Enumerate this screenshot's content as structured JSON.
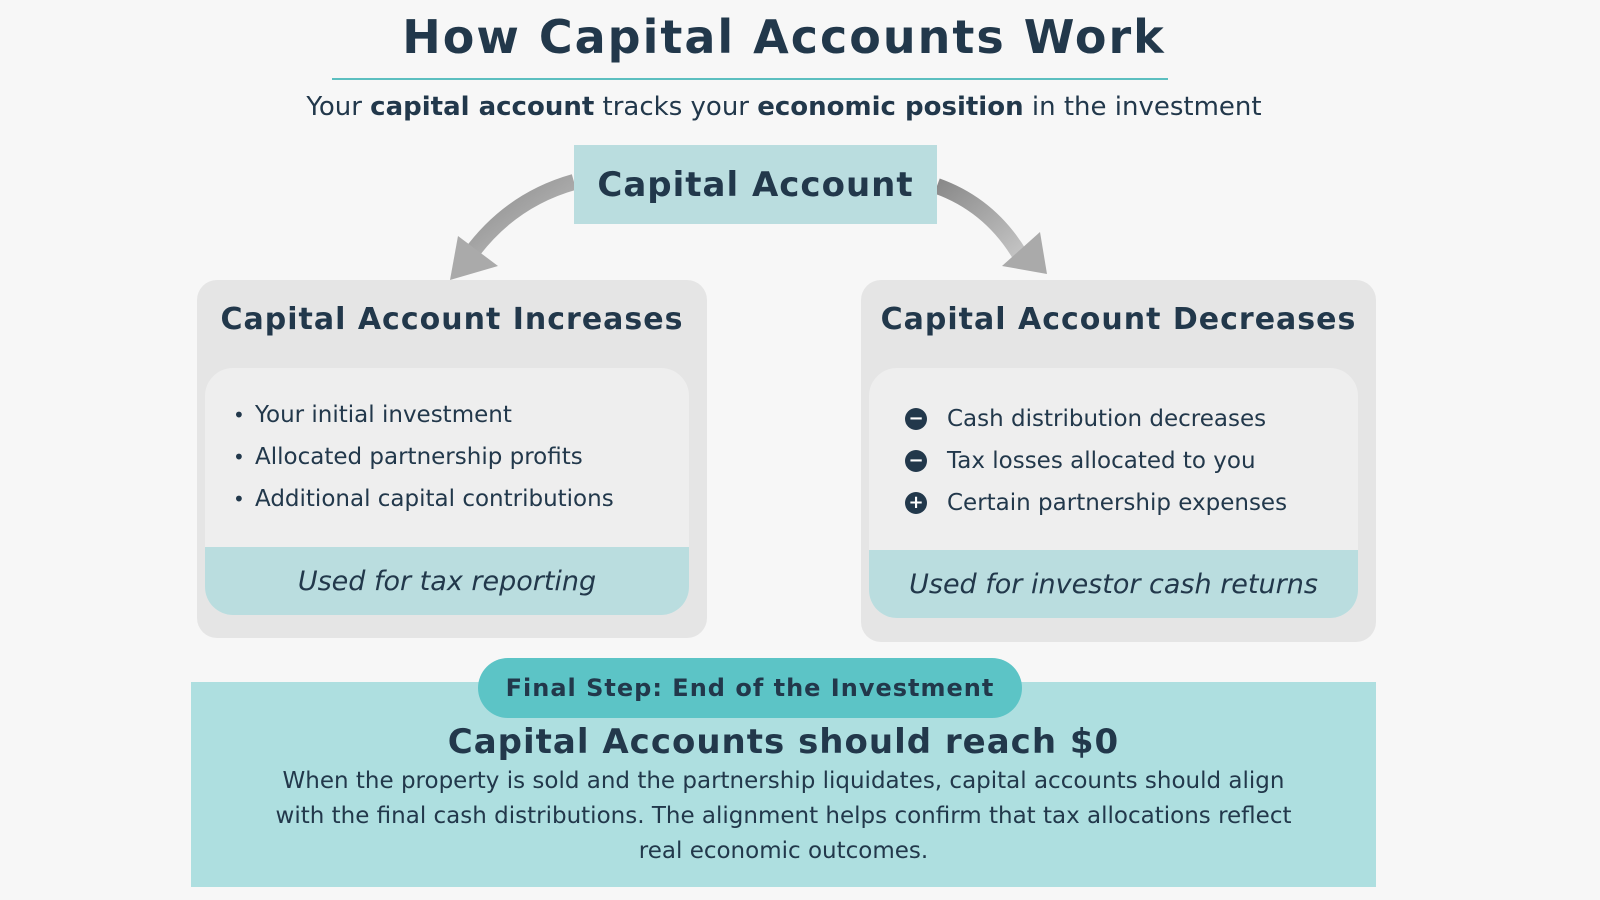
{
  "title": "How Capital Accounts Work",
  "subtitle": {
    "p1": "Your ",
    "b1": "capital account",
    "p2": " tracks your ",
    "b2": "economic position",
    "p3": " in the investment"
  },
  "center_label": "Capital Account",
  "increases": {
    "heading": "Capital Account Increases",
    "items": [
      "Your initial investment",
      "Allocated partnership profits",
      "Additional capital contributions"
    ],
    "footer": "Used for tax reporting"
  },
  "decreases": {
    "heading": "Capital Account Decreases",
    "items": [
      {
        "icon": "minus-circle-icon",
        "symbol": "−",
        "label": "Cash distribution decreases"
      },
      {
        "icon": "minus-circle-icon",
        "symbol": "−",
        "label": "Tax losses allocated to you"
      },
      {
        "icon": "plus-circle-icon",
        "symbol": "+",
        "label": "Certain partnership expenses"
      }
    ],
    "footer": "Used for investor cash returns"
  },
  "final": {
    "pill": "Final Step: End of the Investment",
    "heading": "Capital Accounts should reach $0",
    "body": "When the property is sold and the partnership liquidates, capital accounts should align with the final cash distributions. The alignment helps confirm that tax allocations reflect real economic outcomes."
  }
}
